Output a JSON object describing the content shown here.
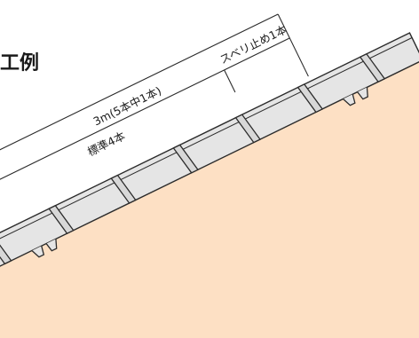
{
  "title": "施工例",
  "labels": {
    "total_length": "3m(5本中1本)",
    "standard": "標準4本",
    "anti_slip": "スベリ止め1本"
  },
  "colors": {
    "ground": "#fde0c4",
    "block_fill": "#e5e5e5",
    "block_edge": "#2b2b2b",
    "line": "#2b2b2b",
    "background": "#ffffff"
  }
}
